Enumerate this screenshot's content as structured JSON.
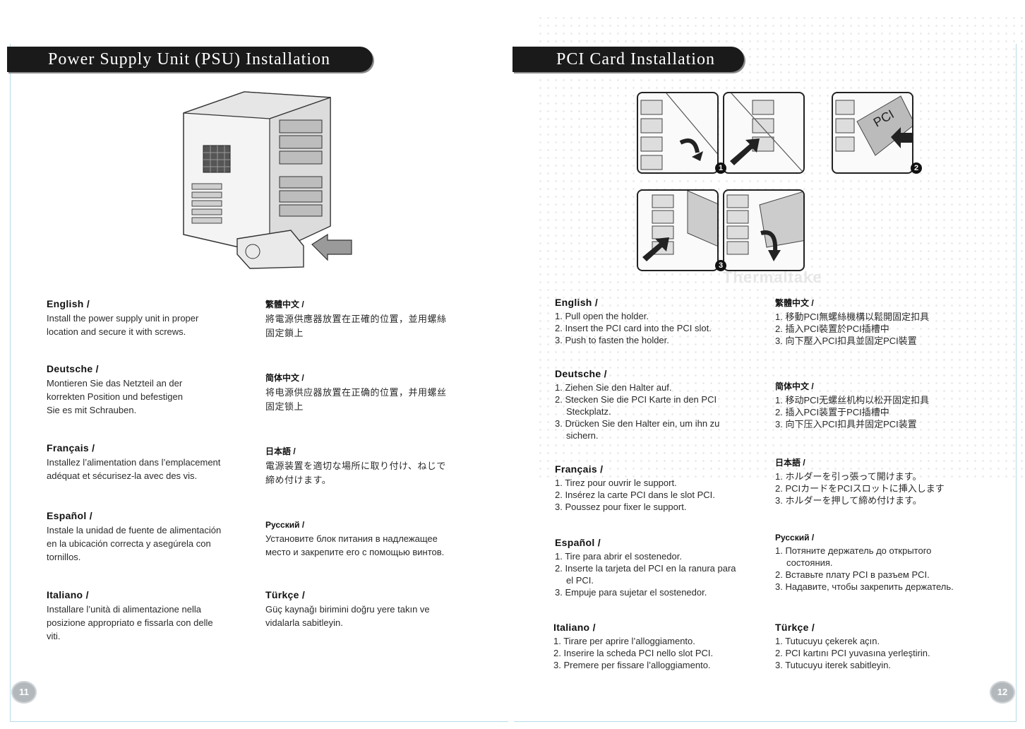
{
  "left_page": {
    "title": "Power Supply Unit (PSU) Installation",
    "page_number": "11",
    "sections": [
      {
        "lang": "English /",
        "text": [
          "Install the power supply unit in proper",
          "location and secure it with screws."
        ]
      },
      {
        "lang": "Deutsche /",
        "text": [
          "Montieren Sie das Netzteil an der",
          "korrekten Position und befestigen",
          "Sie es mit Schrauben."
        ]
      },
      {
        "lang": "Français /",
        "text": [
          "Installez l’alimentation dans l’emplacement",
          "adéquat et sécurisez-la avec des vis."
        ]
      },
      {
        "lang": "Español /",
        "text": [
          "Instale la unidad de fuente de alimentación",
          "en la ubicación correcta y asegúrela con",
          "tornillos."
        ]
      },
      {
        "lang": "Italiano /",
        "text": [
          "Installare l’unità di alimentazione nella",
          "posizione appropriato e fissarla con delle",
          "viti."
        ]
      }
    ],
    "sections_right": [
      {
        "lang": "繁體中文 /",
        "text": [
          "將電源供應器放置在正確的位置，並用螺絲",
          "固定鎖上"
        ]
      },
      {
        "lang": "简体中文 /",
        "text": [
          "将电源供应器放置在正确的位置，并用螺丝",
          "固定锁上"
        ]
      },
      {
        "lang": "日本語 /",
        "text": [
          "電源装置を適切な場所に取り付け、ねじで",
          "締め付けます。"
        ]
      },
      {
        "lang": "Русский /",
        "text": [
          "Установите блок питания в надлежащее",
          "место и закрепите его с помощью винтов."
        ]
      },
      {
        "lang": "Türkçe /",
        "text": [
          "Güç kaynağı birimini doğru yere takın ve",
          "vidalarla sabitleyin."
        ]
      }
    ]
  },
  "right_page": {
    "title": "PCI Card Installation",
    "page_number": "12",
    "watermark": "Thermaltake",
    "badges": [
      "1",
      "2",
      "3"
    ],
    "panel_label": "PCI",
    "sections": [
      {
        "lang": "English /",
        "steps": [
          "1. Pull open the holder.",
          "2. Insert the PCI card into the PCI slot.",
          "3. Push to fasten the holder."
        ]
      },
      {
        "lang": "Deutsche /",
        "steps": [
          "1. Ziehen Sie den Halter auf.",
          "2. Stecken Sie die PCI Karte in den PCI Steckplatz.",
          "3. Drücken Sie den Halter ein, um ihn zu sichern."
        ]
      },
      {
        "lang": "Français /",
        "steps": [
          "1. Tirez pour ouvrir le support.",
          "2. Insérez la carte PCI dans le slot PCI.",
          "3. Poussez pour fixer le support."
        ]
      },
      {
        "lang": "Español /",
        "steps": [
          "1. Tire para abrir el sostenedor.",
          "2. Inserte la tarjeta del PCI en la ranura para el PCI.",
          "3. Empuje para sujetar el sostenedor."
        ]
      },
      {
        "lang": "Italiano /",
        "steps": [
          "1. Tirare per aprire l’alloggiamento.",
          "2. Inserire la scheda PCI nello slot PCI.",
          "3. Premere per fissare l’alloggiamento."
        ]
      }
    ],
    "sections_right": [
      {
        "lang": "繁體中文 /",
        "steps": [
          "1. 移動PCI無螺絲機構以鬆開固定扣具",
          "2. 插入PCI裝置於PCI插槽中",
          "3. 向下壓入PCI扣具並固定PCI裝置"
        ]
      },
      {
        "lang": "简体中文 /",
        "steps": [
          "1. 移动PCI无螺丝机构以松开固定扣具",
          "2. 插入PCI装置于PCI插槽中",
          "3. 向下压入PCI扣具并固定PCI装置"
        ]
      },
      {
        "lang": "日本語 /",
        "steps": [
          "1. ホルダーを引っ張って開けます。",
          "2. PCIカードをPCIスロットに挿入します",
          "3. ホルダーを押して締め付けます。"
        ]
      },
      {
        "lang": "Русский /",
        "steps": [
          "1. Потяните держатель до открытого состояния.",
          "2. Вставьте плату PCI в разъем PCI.",
          "3. Надавите, чтобы закрепить держатель."
        ]
      },
      {
        "lang": "Türkçe /",
        "steps": [
          "1. Tutucuyu çekerek açın.",
          "2. PCI kartını PCI yuvasına yerleştirin.",
          "3. Tutucuyu iterek sabitleyin."
        ]
      }
    ]
  }
}
